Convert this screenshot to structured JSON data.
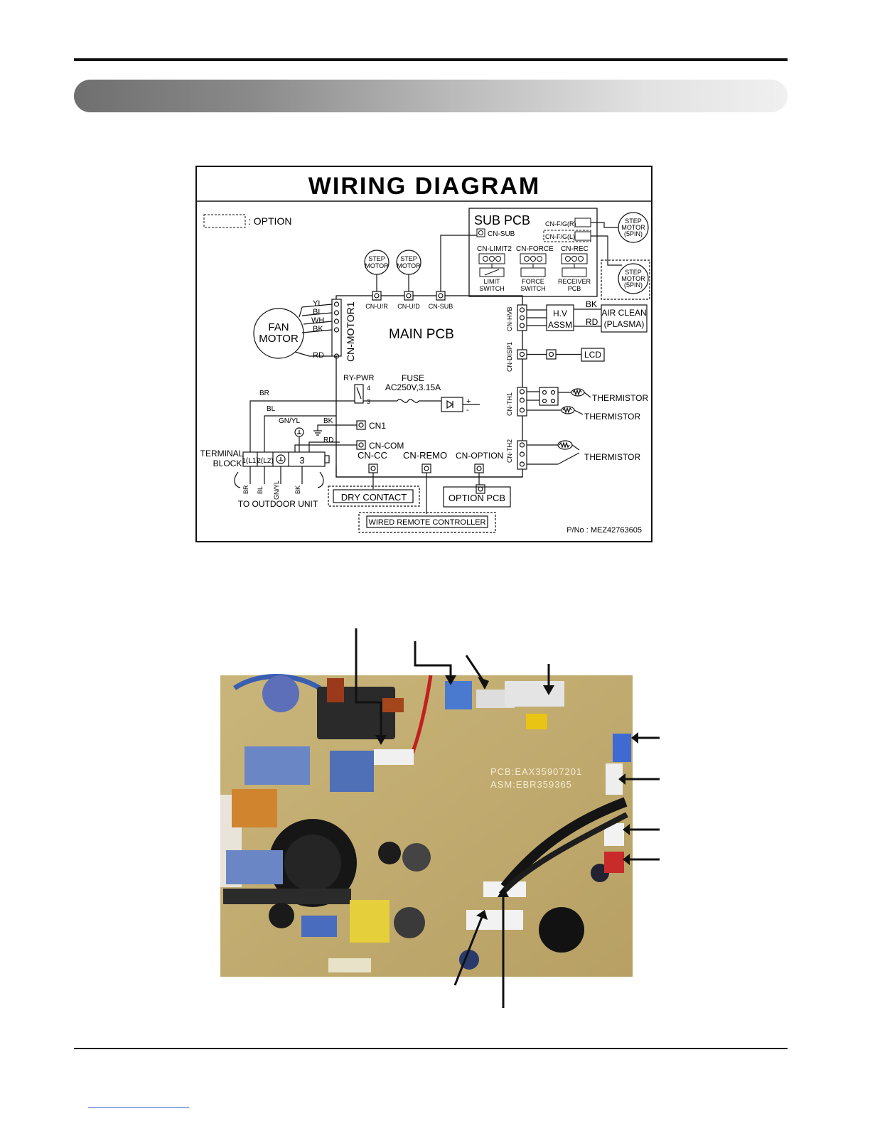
{
  "diagram": {
    "title": "WIRING DIAGRAM",
    "option_legend": ": OPTION",
    "part_number": "P/No : MEZ42763605",
    "sub_pcb": {
      "title": "SUB PCB",
      "cn_sub": "CN-SUB",
      "cn_limit2": "CN-LIMIT2",
      "cn_force": "CN-FORCE",
      "cn_rec": "CN-REC",
      "cn_fg_r": "CN-F/G(R)",
      "cn_fg_l": "CN-F/G(L)",
      "limit_switch": [
        "LIMIT",
        "SWITCH"
      ],
      "force_switch": [
        "FORCE",
        "SWITCH"
      ],
      "receiver_pcb": [
        "RECEIVER",
        "PCB"
      ]
    },
    "step_motor": [
      "STEP",
      "MOTOR"
    ],
    "step_motor_5pin": [
      "STEP",
      "MOTOR",
      "(5PIN)"
    ],
    "main_pcb": "MAIN PCB",
    "connectors_top": [
      "CN-U/R",
      "CN-U/D",
      "CN-SUB"
    ],
    "fan_motor": [
      "FAN",
      "MOTOR"
    ],
    "cn_motor1": "CN-MOTOR1",
    "motor_wires": [
      "YL",
      "BL",
      "WH",
      "BK",
      "RD"
    ],
    "cn_hvb": "CN-HVB",
    "hv_assm": [
      "H.V",
      "ASSM"
    ],
    "air_clean": [
      "AIR CLEAN",
      "(PLASMA)"
    ],
    "hv_wires": [
      "BK",
      "RD"
    ],
    "cn_disp1": "CN-DISP1",
    "lcd": "LCD",
    "cn_th1": "CN-TH1",
    "cn_th2": "CN-TH2",
    "thermistor": "THERMISTOR",
    "ry_pwr": "RY-PWR",
    "ry_pins": [
      "4",
      "3"
    ],
    "fuse": [
      "FUSE",
      "AC250V,3.15A"
    ],
    "bridge_pol": [
      "+",
      "-"
    ],
    "cn1": "CN1",
    "cn_com": "CN-COM",
    "cn_cc": "CN-CC",
    "cn_remo": "CN-REMO",
    "cn_option": "CN-OPTION",
    "terminal_block": [
      "TERMINAL",
      "BLOCK"
    ],
    "terminal_cells": [
      "1(L1)",
      "2(L2)",
      "3"
    ],
    "left_wires": [
      "BR",
      "BL",
      "GN/YL",
      "BK",
      "RD"
    ],
    "outdoor_wires": [
      "BR",
      "BL",
      "GN/YL",
      "BK"
    ],
    "to_outdoor": "TO OUTDOOR UNIT",
    "dry_contact": "DRY CONTACT",
    "option_pcb": "OPTION PCB",
    "wired_remote": "WIRED REMOTE CONTROLLER"
  },
  "photo": {
    "board_print": [
      "PCB:EAX35907201",
      "ASM:EBR359365"
    ]
  }
}
